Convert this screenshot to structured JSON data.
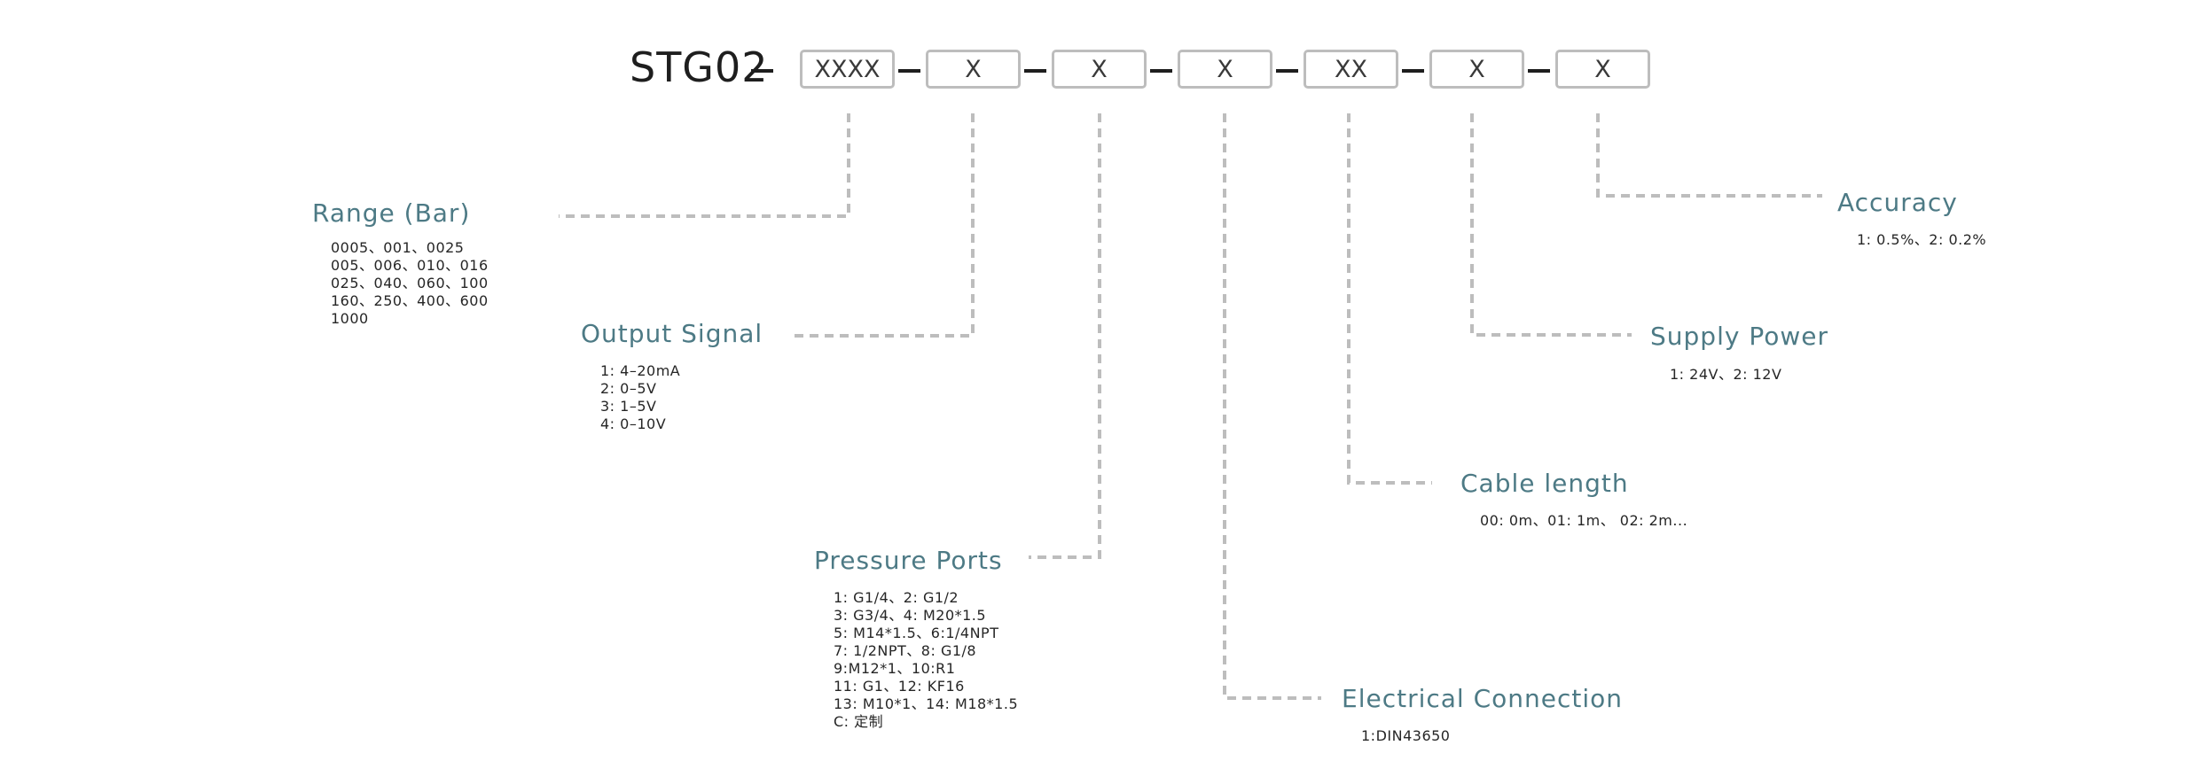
{
  "model": {
    "prefix": "STG02",
    "segments": [
      "XXXX",
      "X",
      "X",
      "X",
      "XX",
      "X",
      "X"
    ]
  },
  "fields": {
    "range": {
      "title": "Range (Bar)",
      "options": [
        "0005、001、0025",
        "005、006、010、016",
        "025、040、060、100",
        "160、250、400、600",
        "1000"
      ]
    },
    "output_signal": {
      "title": "Output Signal",
      "options": [
        "1: 4–20mA",
        "2: 0–5V",
        "3: 1–5V",
        "4: 0–10V"
      ]
    },
    "pressure_ports": {
      "title": "Pressure Ports",
      "options": [
        "1: G1/4、2: G1/2",
        "3: G3/4、4: M20*1.5",
        "5: M14*1.5、6:1/4NPT",
        "7: 1/2NPT、8: G1/8",
        "9:M12*1、10:R1",
        "11: G1、12: KF16",
        "13: M10*1、14: M18*1.5",
        "C: 定制"
      ]
    },
    "electrical_connection": {
      "title": "Electrical Connection",
      "options": [
        "1:DIN43650"
      ]
    },
    "cable_length": {
      "title": "Cable length",
      "options": [
        "00: 0m、01: 1m、 02: 2m..."
      ]
    },
    "supply_power": {
      "title": "Supply Power",
      "options": [
        "1: 24V、2: 12V"
      ]
    },
    "accuracy": {
      "title": "Accuracy",
      "options": [
        "1: 0.5%、2: 0.2%"
      ]
    }
  },
  "colors": {
    "label": "#4d7a85",
    "connector": "#bdbdbd",
    "box_border": "#bdbdbd",
    "text": "#1e1e1e"
  }
}
